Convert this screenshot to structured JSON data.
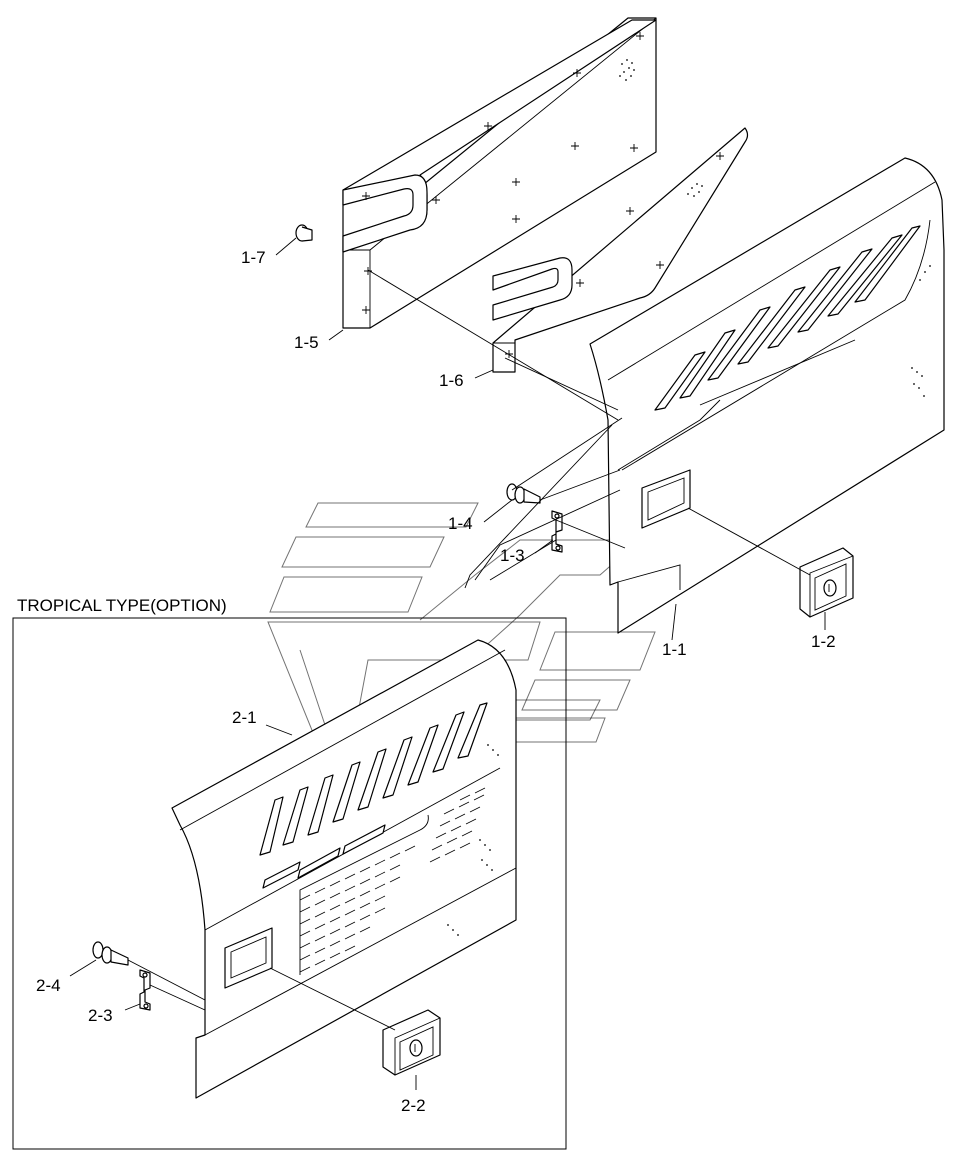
{
  "diagram": {
    "option_box_title": "TROPICAL TYPE(OPTION)",
    "callouts": [
      {
        "id": "c-1-7",
        "text": "1-7"
      },
      {
        "id": "c-1-5",
        "text": "1-5"
      },
      {
        "id": "c-1-6",
        "text": "1-6"
      },
      {
        "id": "c-1-4",
        "text": "1-4"
      },
      {
        "id": "c-1-3",
        "text": "1-3"
      },
      {
        "id": "c-1-1",
        "text": "1-1"
      },
      {
        "id": "c-1-2",
        "text": "1-2"
      },
      {
        "id": "c-2-1",
        "text": "2-1"
      },
      {
        "id": "c-2-4",
        "text": "2-4"
      },
      {
        "id": "c-2-3",
        "text": "2-3"
      },
      {
        "id": "c-2-2",
        "text": "2-2"
      }
    ]
  }
}
